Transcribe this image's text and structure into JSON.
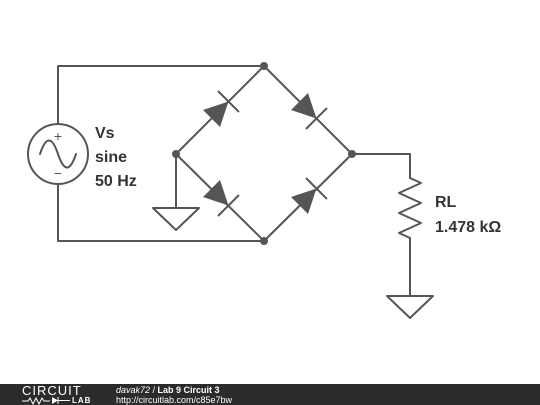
{
  "source": {
    "name": "Vs",
    "type": "sine",
    "frequency": "50 Hz",
    "plus_symbol": "+",
    "minus_symbol": "−"
  },
  "load": {
    "name": "RL",
    "value": "1.478 kΩ"
  },
  "footer": {
    "logo_top": "CIRCUIT",
    "logo_bottom": "LAB",
    "author": "davak72",
    "separator": " / ",
    "title": "Lab 9 Circuit 3",
    "url": "http://circuitlab.com/c85e7bw"
  },
  "colors": {
    "wire": "#555555",
    "footer_bg": "#2b2b2b",
    "label": "#333333"
  }
}
